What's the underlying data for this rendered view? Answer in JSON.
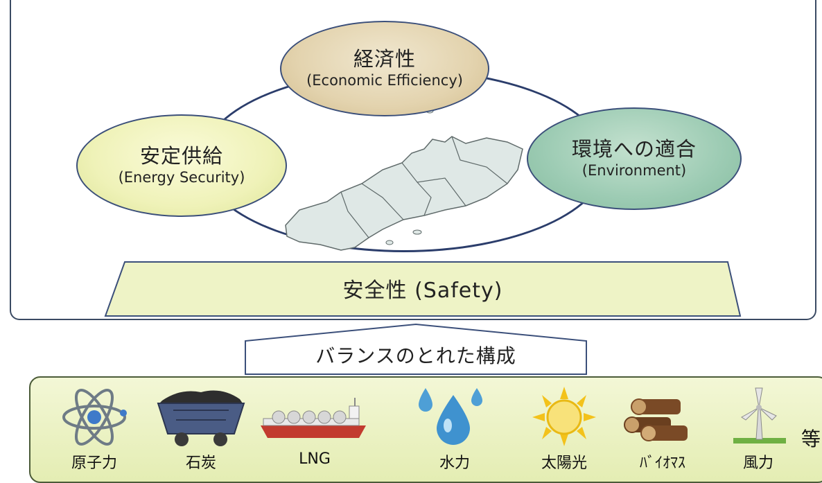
{
  "diagram": {
    "pillars": {
      "economic": {
        "jp": "経済性",
        "en": "(Economic Efficiency)",
        "color": "#e3d3ae"
      },
      "security": {
        "jp": "安定供給",
        "en": "(Energy Security)",
        "color": "#eff2b8"
      },
      "environment": {
        "jp": "環境への適合",
        "en": "(Environment)",
        "color": "#9ccbb3"
      }
    },
    "safety": {
      "label": "安全性 (Safety)",
      "color": "#eef3c6"
    },
    "balance": {
      "label": "バランスのとれた構成"
    },
    "sources": [
      {
        "label": "原子力",
        "icon": "atom-icon"
      },
      {
        "label": "石炭",
        "icon": "coal-cart-icon"
      },
      {
        "label": "LNG",
        "icon": "lng-tanker-icon"
      },
      {
        "label": "水力",
        "icon": "water-drops-icon"
      },
      {
        "label": "太陽光",
        "icon": "sun-icon"
      },
      {
        "label": "ﾊﾞｲｵﾏｽ",
        "icon": "logs-icon"
      },
      {
        "label": "風力",
        "icon": "wind-turbine-icon"
      }
    ],
    "etc_label": "等"
  }
}
